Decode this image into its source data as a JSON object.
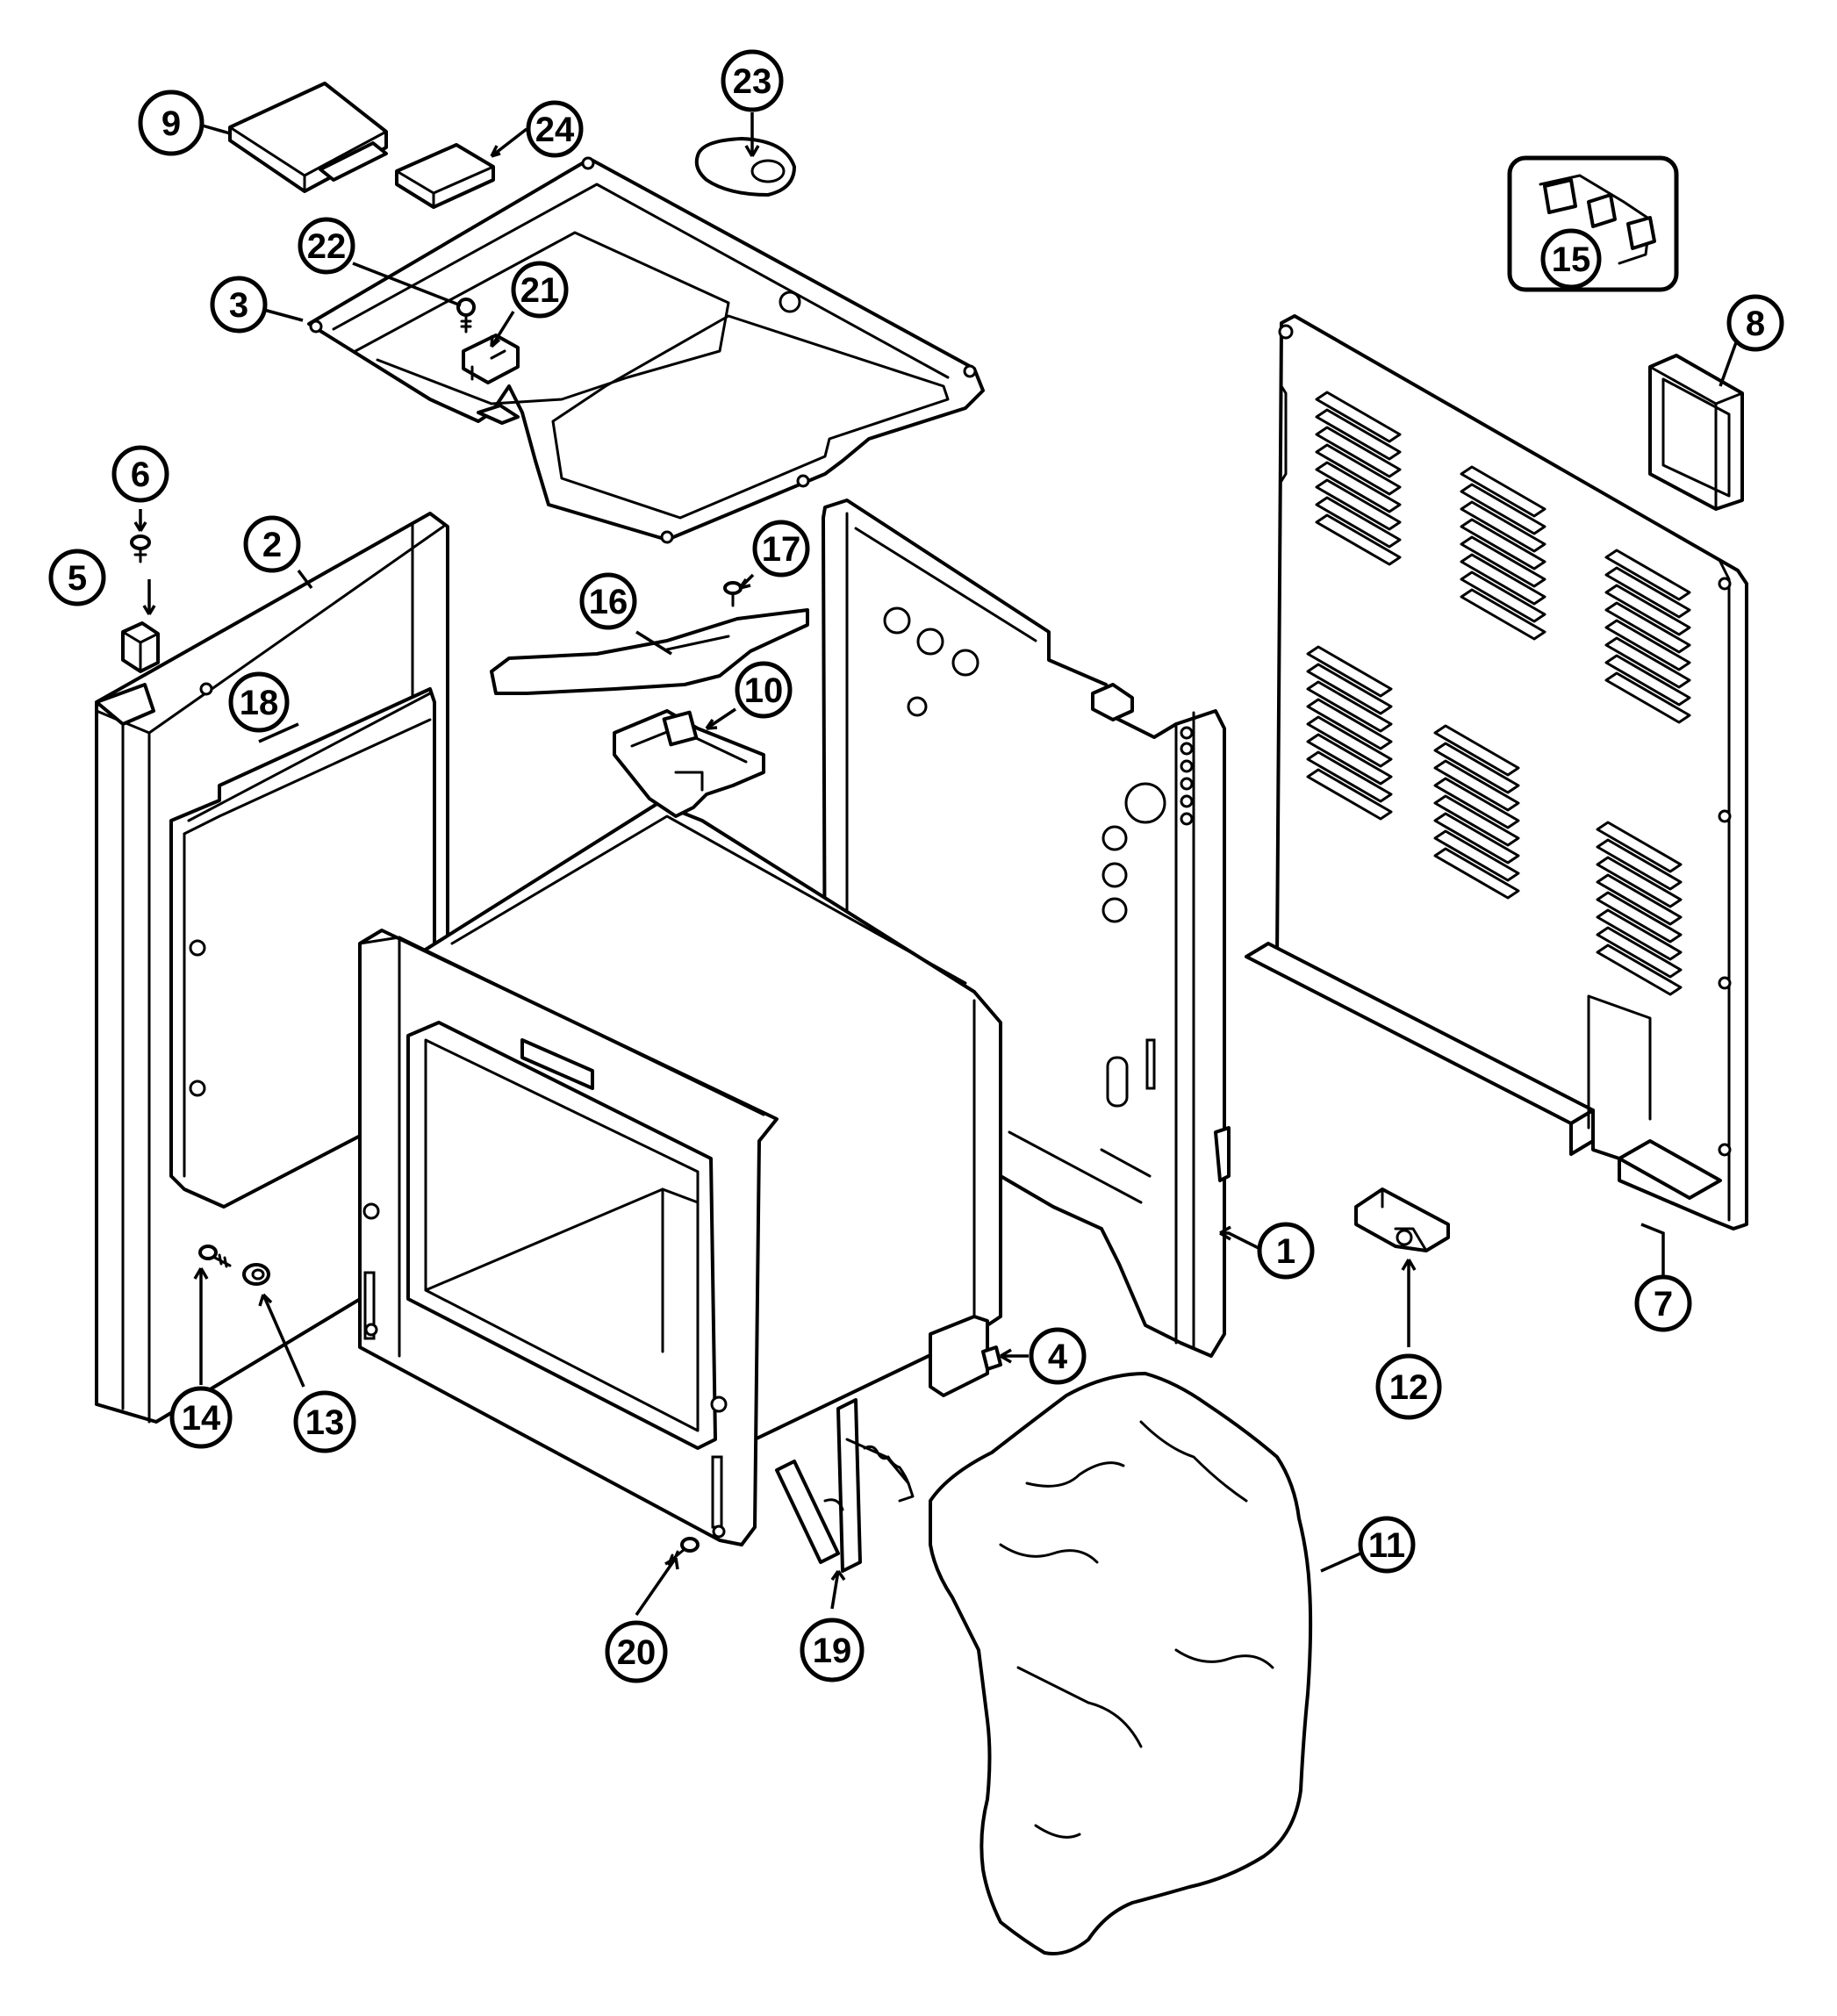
{
  "callouts": [
    {
      "id": "c1",
      "label": "1"
    },
    {
      "id": "c2",
      "label": "2"
    },
    {
      "id": "c3",
      "label": "3"
    },
    {
      "id": "c4",
      "label": "4"
    },
    {
      "id": "c5",
      "label": "5"
    },
    {
      "id": "c6",
      "label": "6"
    },
    {
      "id": "c7",
      "label": "7"
    },
    {
      "id": "c8",
      "label": "8"
    },
    {
      "id": "c9",
      "label": "9"
    },
    {
      "id": "c10",
      "label": "10"
    },
    {
      "id": "c11",
      "label": "11"
    },
    {
      "id": "c12",
      "label": "12"
    },
    {
      "id": "c13",
      "label": "13"
    },
    {
      "id": "c14",
      "label": "14"
    },
    {
      "id": "c15",
      "label": "15"
    },
    {
      "id": "c16",
      "label": "16"
    },
    {
      "id": "c17",
      "label": "17"
    },
    {
      "id": "c18",
      "label": "18"
    },
    {
      "id": "c19",
      "label": "19"
    },
    {
      "id": "c20",
      "label": "20"
    },
    {
      "id": "c21",
      "label": "21"
    },
    {
      "id": "c22",
      "label": "22"
    },
    {
      "id": "c23",
      "label": "23"
    },
    {
      "id": "c24",
      "label": "24"
    }
  ],
  "colors": {
    "line": "#000000",
    "background": "#ffffff"
  }
}
